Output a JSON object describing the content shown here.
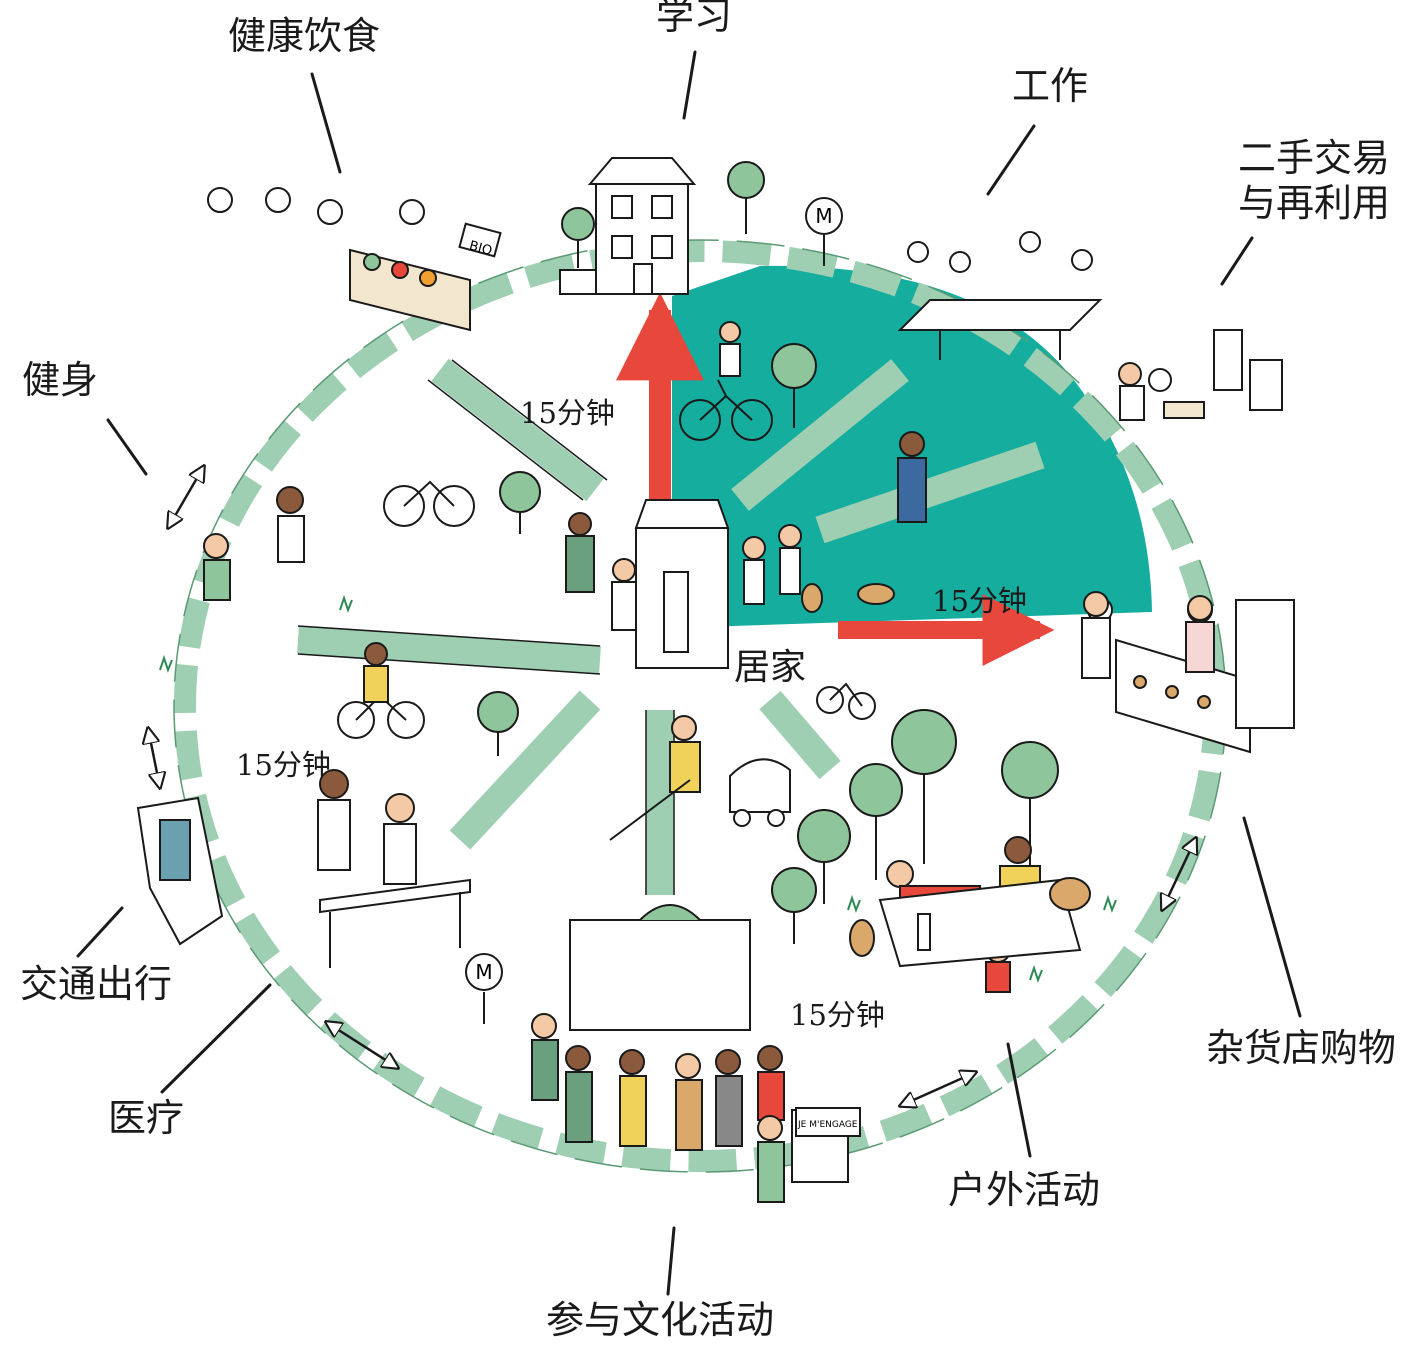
{
  "colors": {
    "teal_zone": "#14ad9e",
    "path_green": "#9fcfb2",
    "arrow_red": "#e8473c",
    "ink": "#1a1a1a"
  },
  "labels": {
    "healthy_food": "健康饮食",
    "study": "学习",
    "work": "工作",
    "reuse": "二手交易\n与再利用",
    "fitness": "健身",
    "transport": "交通出行",
    "medical": "医疗",
    "culture": "参与文化活动",
    "outdoor": "户外活动",
    "grocery": "杂货店购物",
    "home": "居家"
  },
  "times": {
    "t_north": "15分钟",
    "t_east": "15分钟",
    "t_west": "15分钟",
    "t_south": "15分钟"
  },
  "signs": {
    "metro": "M",
    "bio": "BIO",
    "je_mengage": "JE M'ENGAGE"
  },
  "icons": [
    "bicycle-icon",
    "tree-icon",
    "metro-sign-icon",
    "house-icon",
    "person-icon",
    "double-arrow-icon",
    "dog-icon"
  ]
}
